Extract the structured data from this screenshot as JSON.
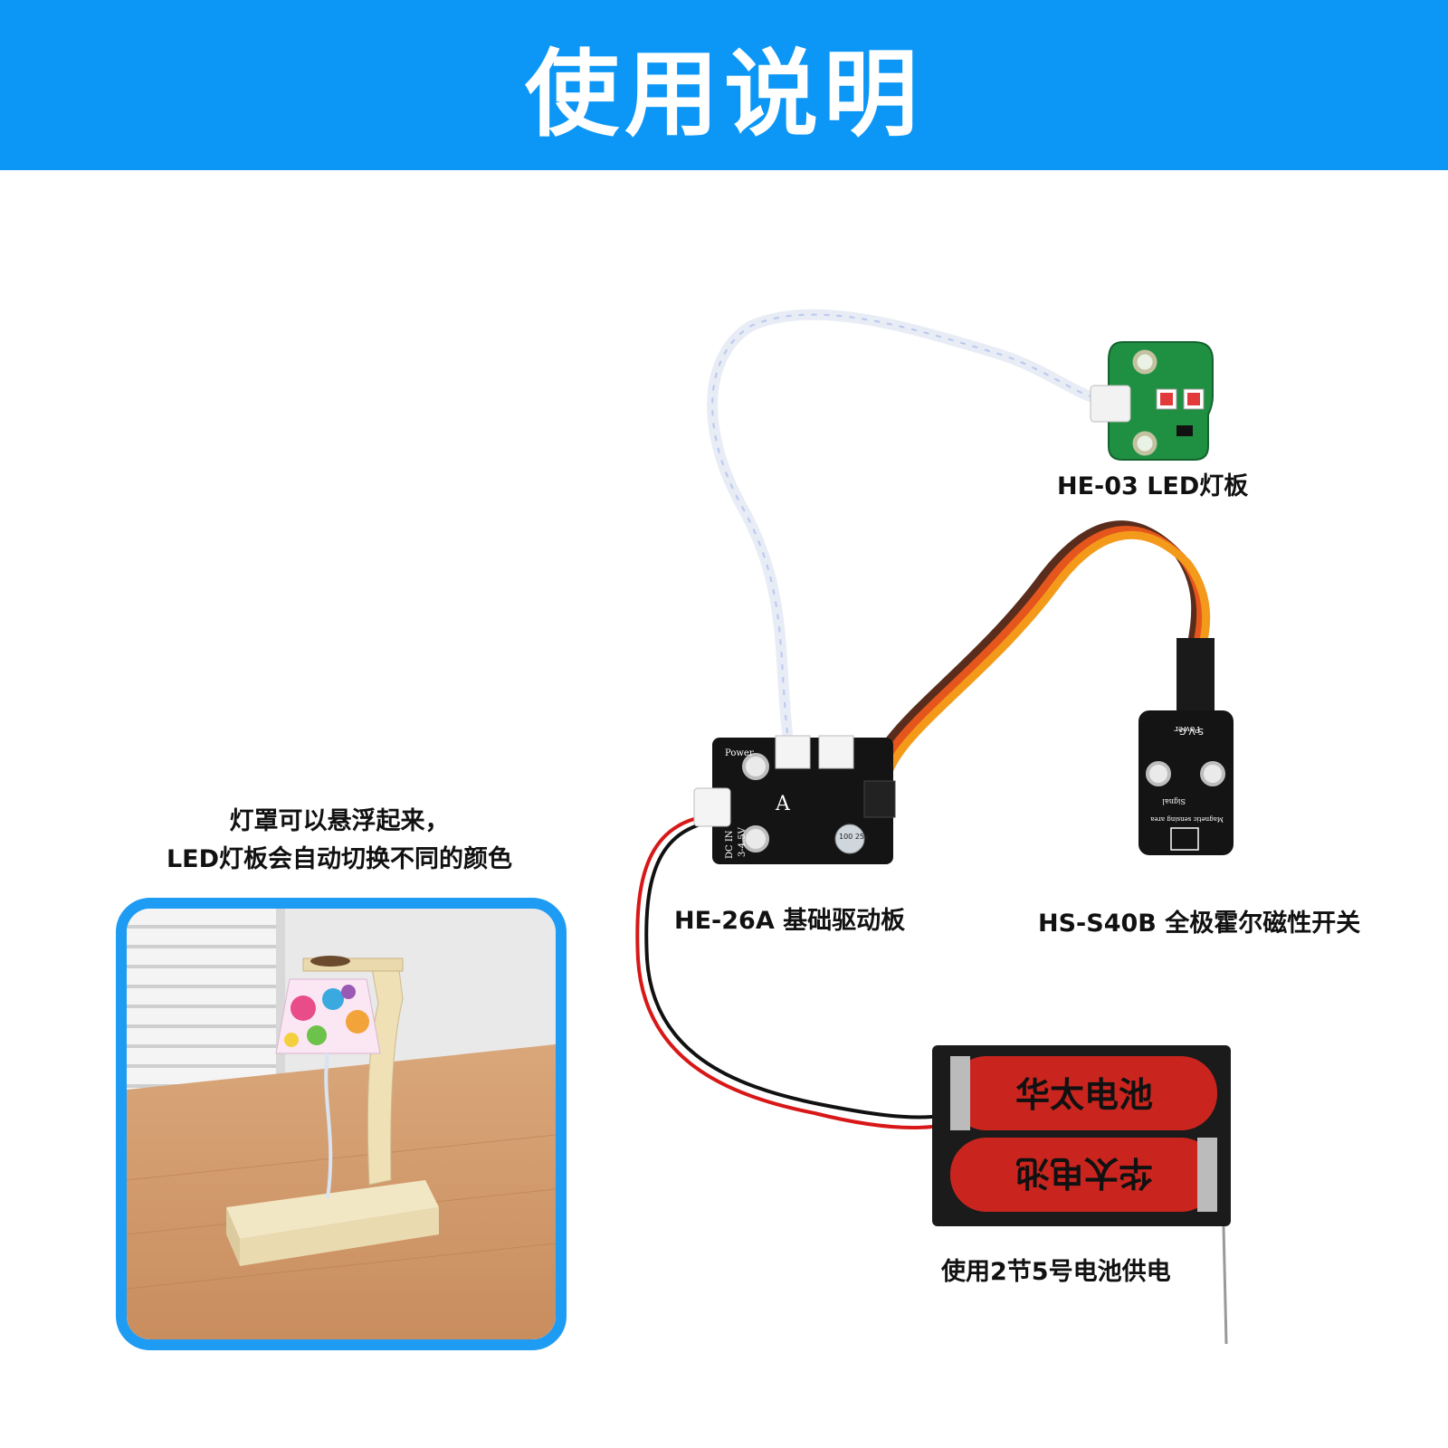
{
  "header": {
    "title": "使用说明",
    "bg_color": "#0c97f7"
  },
  "components": {
    "led_board": {
      "label": "HE-03 LED灯板"
    },
    "driver_board": {
      "label": "HE-26A 基础驱动板",
      "silk_power": "Power",
      "silk_a": "A",
      "silk_dc": "DC IN",
      "silk_volt": "3-4.5V",
      "silk_cap": "100 25V"
    },
    "hall_switch": {
      "label": "HS-S40B 全极霍尔磁性开关",
      "silk_power": "Power",
      "silk_signal": "Signal",
      "silk_area": "Magnetic sensing area",
      "silk_svg": "S V G"
    },
    "battery": {
      "label": "使用2节5号电池供电",
      "cell_text": "华太电池"
    }
  },
  "photo": {
    "caption_line1": "灯罩可以悬浮起来，",
    "caption_line2": "LED灯板会自动切换不同的颜色",
    "frame_color": "#1e9bf3"
  }
}
